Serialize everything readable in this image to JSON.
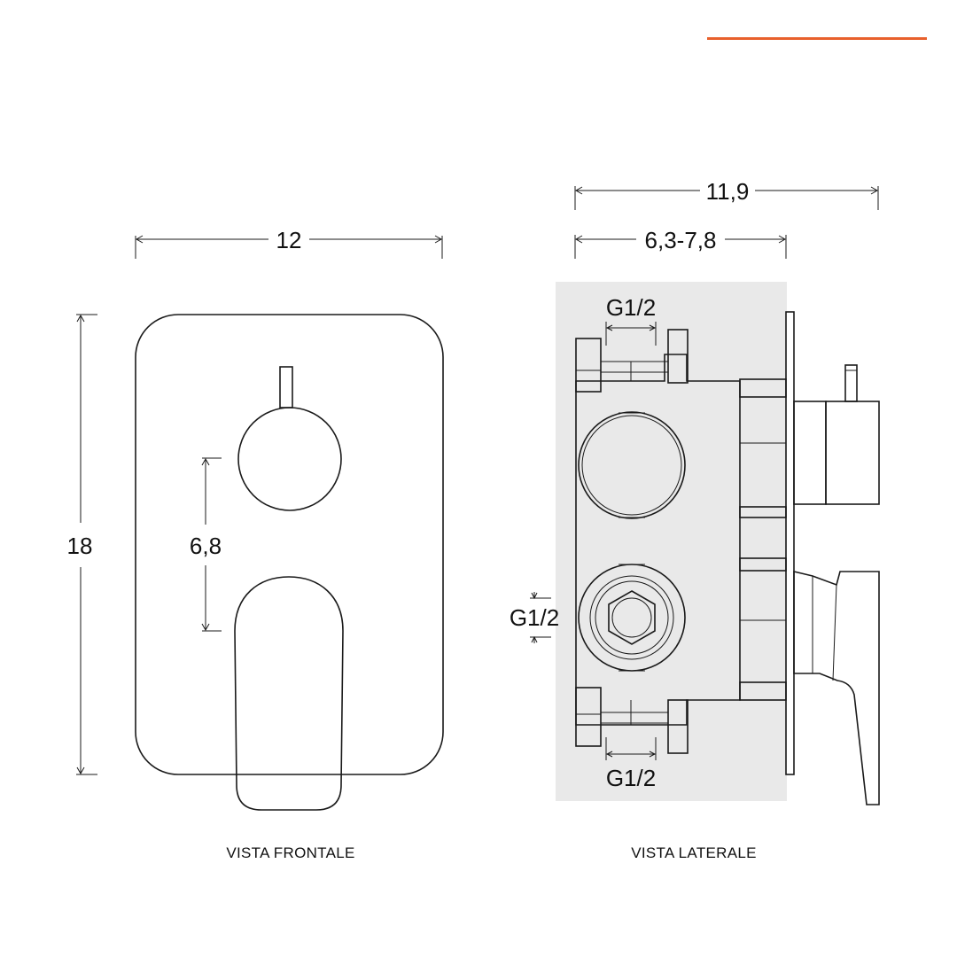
{
  "accent_color": "#e8602c",
  "panel_color": "#e9e9e9",
  "front_view": {
    "caption": "VISTA FRONTALE",
    "width_label": "12",
    "height_label": "18",
    "center_distance_label": "6,8"
  },
  "side_view": {
    "caption": "VISTA LATERALE",
    "total_depth_label": "11,9",
    "body_depth_label": "6,3-7,8",
    "top_connection_label": "G1/2",
    "side_connection_label": "G1/2",
    "bottom_connection_label": "G1/2"
  }
}
